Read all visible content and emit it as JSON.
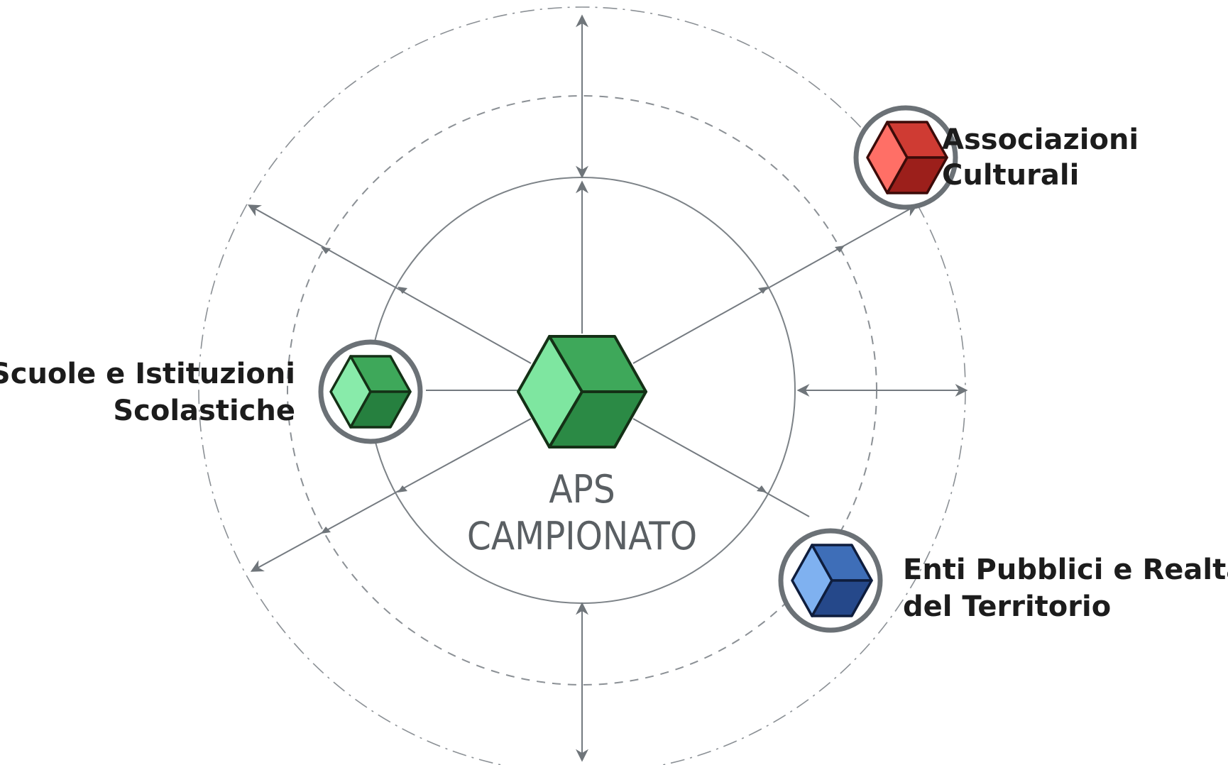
{
  "center": {
    "line1": "APS",
    "line2": "CAMPIONATO",
    "cube_colors": {
      "front_left": "#7ee6a0",
      "top": "#3ea85a",
      "front_right": "#2b8a45",
      "edge": "#143016"
    }
  },
  "nodes": [
    {
      "id": "associazioni-culturali",
      "lines": [
        "Associazioni",
        "Culturali"
      ],
      "cube_colors": {
        "front_left": "#ff6f66",
        "top": "#cf3b33",
        "front_right": "#9c1f1b",
        "edge": "#3c0b09"
      }
    },
    {
      "id": "scuole-istituzioni",
      "lines": [
        "Scuole e Istituzioni",
        "Scolastiche"
      ],
      "cube_colors": {
        "front_left": "#88ebaa",
        "top": "#3ea85a",
        "front_right": "#26803f",
        "edge": "#143016"
      }
    },
    {
      "id": "enti-pubblici",
      "lines": [
        "Enti Pubblici e Realtà",
        "del Territorio"
      ],
      "cube_colors": {
        "front_left": "#7fb1f0",
        "top": "#3e6eb8",
        "front_right": "#25488a",
        "edge": "#0e1d3d"
      }
    }
  ],
  "icons": [
    "cube-icon",
    "arrow-head-icon"
  ]
}
